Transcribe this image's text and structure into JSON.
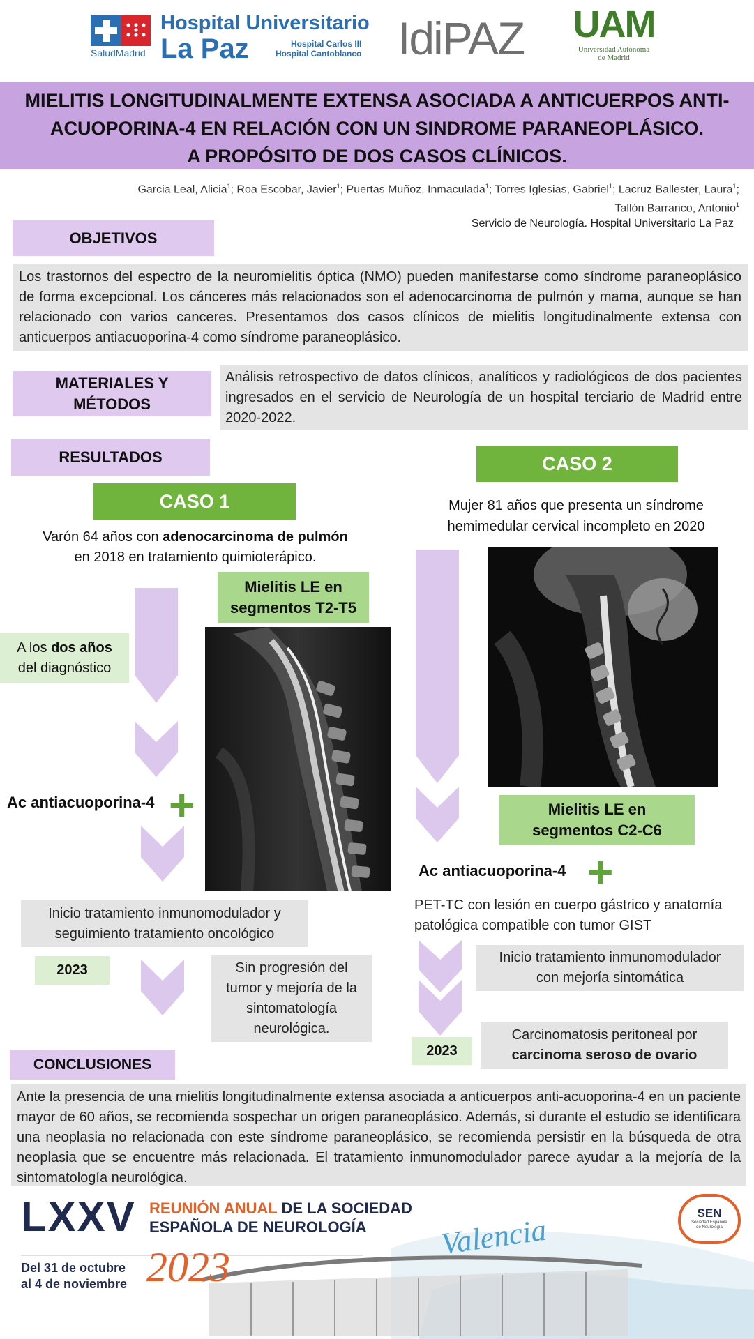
{
  "logos": {
    "salud_madrid": "SaludMadrid",
    "hospital_line1": "Hospital Universitario",
    "hospital_line2": "La Paz",
    "hospital_sub1": "Hospital Carlos III",
    "hospital_sub2": "Hospital Cantoblanco",
    "idipaz": "IdiPAZ",
    "uam": "UAM",
    "uam_sub1": "Universidad Autónoma",
    "uam_sub2": "de Madrid"
  },
  "title": {
    "line1": "MIELITIS LONGITUDINALMENTE EXTENSA ASOCIADA A ANTICUERPOS ANTI-",
    "line2": "ACUOPORINA-4 EN RELACIÓN CON UN SINDROME PARANEOPLÁSICO.",
    "line3": "A PROPÓSITO DE DOS CASOS CLÍNICOS."
  },
  "authors": {
    "a1": "Garcia Leal, Alicia",
    "a2": "; Roa Escobar, Javier",
    "a3": "; Puertas Muñoz, Inmaculada",
    "a4": "; Torres Iglesias, Gabriel",
    "a5": "; Lacruz Ballester, Laura",
    "a6": "Tallón Barranco, Antonio",
    "sup": "1",
    "sep": ";"
  },
  "service": "Servicio de Neurología. Hospital Universitario La Paz",
  "objetivos": {
    "heading": "OBJETIVOS",
    "text": "Los trastornos del espectro de la neuromielitis óptica (NMO) pueden manifestarse como síndrome paraneoplásico de forma excepcional. Los cánceres más relacionados son el adenocarcinoma de pulmón y mama, aunque se han relacionado con varios canceres. Presentamos dos casos clínicos de mielitis longitudinalmente extensa con anticuerpos antiacuoporina-4 como síndrome paraneoplásico."
  },
  "materiales": {
    "heading_line1": "MATERIALES Y",
    "heading_line2": "MÉTODOS",
    "text": "Análisis retrospectivo de datos clínicos, analíticos y radiológicos de dos pacientes ingresados en el servicio de Neurología de un hospital terciario de Madrid entre 2020-2022."
  },
  "resultados": {
    "heading": "RESULTADOS"
  },
  "caso1": {
    "heading": "CASO 1",
    "intro_pre": "Varón 64 años con ",
    "intro_bold": "adenocarcinoma de pulmón",
    "intro_post": "en 2018 en tratamiento quimioterápico.",
    "mielitis_line1": "Mielitis LE en",
    "mielitis_line2": "segmentos T2-T5",
    "timing_pre": "A los ",
    "timing_bold": "dos años",
    "timing_post": "del diagnóstico",
    "ac_label": "Ac antiacuoporina-4",
    "plus": "+",
    "treatment_line1": "Inicio tratamiento inmunomodulador y",
    "treatment_line2": "seguimiento tratamiento oncológico",
    "year": "2023",
    "outcome": "Sin progresión del tumor y mejoría de la sintomatología neurológica."
  },
  "caso2": {
    "heading": "CASO 2",
    "intro_line1": "Mujer 81 años que presenta un síndrome",
    "intro_line2": "hemimedular cervical incompleto en 2020",
    "mielitis_line1": "Mielitis LE en",
    "mielitis_line2": "segmentos C2-C6",
    "ac_label": "Ac antiacuoporina-4",
    "plus": "+",
    "pet_text": "PET-TC con lesión en cuerpo gástrico y anatomía patológica compatible con tumor GIST",
    "treatment_line1": "Inicio tratamiento inmunomodulador",
    "treatment_line2": "con mejoría sintomática",
    "year": "2023",
    "outcome_line1": "Carcinomatosis peritoneal por",
    "outcome_bold": "carcinoma seroso de ovario"
  },
  "conclusiones": {
    "heading": "CONCLUSIONES",
    "text": "Ante la presencia de una mielitis longitudinalmente extensa asociada a anticuerpos anti-acuoporina-4 en un paciente mayor de 60 años, se recomienda sospechar un origen paraneoplásico. Además, si durante el estudio se identificara una neoplasia no relacionada con este síndrome paraneoplásico, se recomienda persistir en la búsqueda de otra neoplasia que se encuentre más relacionada. El tratamiento inmunomodulador parece ayudar a la mejoría de la sintomatología neurológica."
  },
  "footer": {
    "roman": "LXXV",
    "reunion_orange": "REUNIÓN ANUAL",
    "reunion_rest": " DE LA SOCIEDAD",
    "reunion_line2": "ESPAÑOLA DE NEUROLOGÍA",
    "dates_line1": "Del 31 de octubre",
    "dates_line2": "al 4 de noviembre",
    "year": "2023",
    "city": "Valencia",
    "sen": "SEN",
    "sen_sub1": "Sociedad Española",
    "sen_sub2": "de Neurología"
  },
  "colors": {
    "title_band": "#c7a4e0",
    "section_header": "#dfc9ef",
    "caso_header": "#71b43d",
    "mielitis_box": "#a9d78b",
    "gray_box": "#e4e4e4",
    "arrow": "#dcc8ec"
  }
}
